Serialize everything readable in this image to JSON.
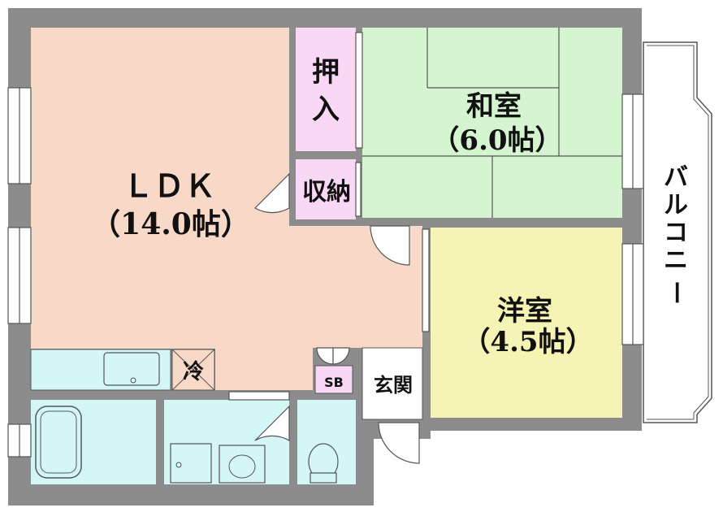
{
  "rooms": {
    "ldk": {
      "name": "ＬＤＫ",
      "size": "（14.0帖）"
    },
    "washitsu": {
      "name": "和室",
      "size": "（6.0帖）"
    },
    "youshitsu": {
      "name": "洋室",
      "size": "（4.5帖）"
    },
    "oshiire": {
      "line1": "押",
      "line2": "入"
    },
    "shuunou": {
      "name": "収納"
    },
    "genkan": {
      "name": "玄関"
    },
    "shoebox": {
      "name": "SB"
    },
    "fridge": {
      "name": "冷"
    },
    "balcony": {
      "chars": [
        "バ",
        "ル",
        "コ",
        "ニ",
        "ー"
      ]
    }
  },
  "colors": {
    "wall": "#8c8c8c",
    "ldk": "#f8d8c6",
    "washitsu": "#d4f5cf",
    "youshitsu": "#f5f4b4",
    "closet": "#f8d8f4",
    "wet": "#d5f6f6",
    "balcony": "#ffffff"
  }
}
